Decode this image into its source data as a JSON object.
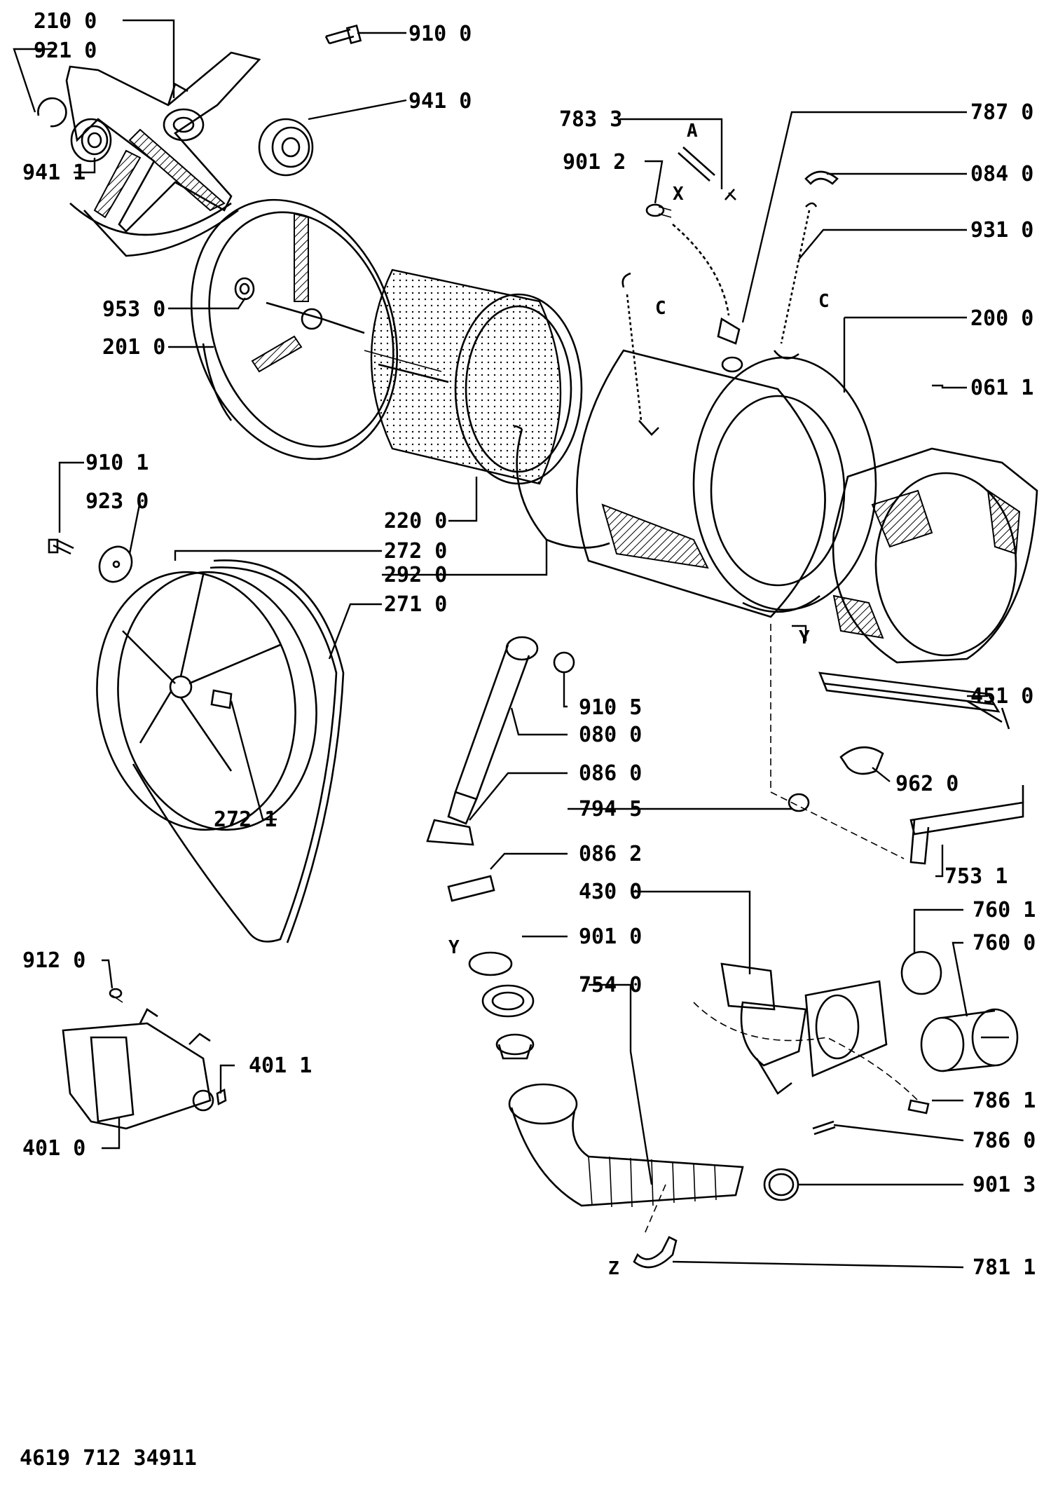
{
  "document_code": "4619 712 34911",
  "markers": {
    "A": "A",
    "X": "X",
    "C1": "C",
    "C2": "C",
    "Y1": "Y",
    "Y2": "Y",
    "Z": "Z"
  },
  "parts": {
    "p2100": "210 0",
    "p9210": "921 0",
    "p9411": "941 1",
    "p9100": "910 0",
    "p9410": "941 0",
    "p9530": "953 0",
    "p2010": "201 0",
    "p7833": "783 3",
    "p9012": "901 2",
    "p7870": "787 0",
    "p0840": "084 0",
    "p9310": "931 0",
    "p2000": "200 0",
    "p0611": "061 1",
    "p9101": "910 1",
    "p9230": "923 0",
    "p2200": "220 0",
    "p2720": "272 0",
    "p2920": "292 0",
    "p2710": "271 0",
    "p2721": "272 1",
    "p9105": "910 5",
    "p0800": "080 0",
    "p0860": "086 0",
    "p7945": "794 5",
    "p0862": "086 2",
    "p4510": "451 0",
    "p9620": "962 0",
    "p7531": "753 1",
    "p4300": "430 0",
    "p9010": "901 0",
    "p7540": "754 0",
    "p7601": "760 1",
    "p7600": "760 0",
    "p9120": "912 0",
    "p4011": "401 1",
    "p4010": "401 0",
    "p7861": "786 1",
    "p7860": "786 0",
    "p9013": "901 3",
    "p7811": "781 1"
  }
}
